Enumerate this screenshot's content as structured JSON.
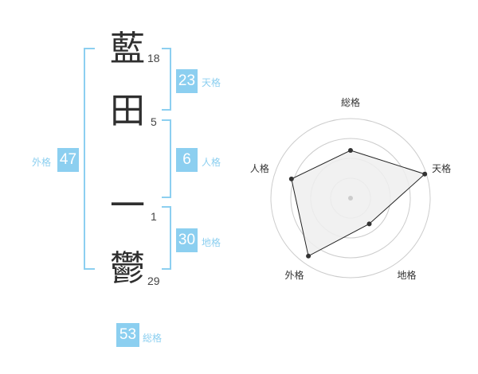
{
  "name": {
    "chars": [
      {
        "char": "藍",
        "strokes": "18"
      },
      {
        "char": "田",
        "strokes": "5"
      },
      {
        "char": "一",
        "strokes": "1"
      },
      {
        "char": "鬱",
        "strokes": "29"
      }
    ]
  },
  "fortunes": {
    "tenkaku": {
      "value": "23",
      "label": "天格"
    },
    "jinkaku": {
      "value": "6",
      "label": "人格"
    },
    "chikaku": {
      "value": "30",
      "label": "地格"
    },
    "gaikaku": {
      "value": "47",
      "label": "外格"
    },
    "soukaku": {
      "value": "53",
      "label": "総格"
    }
  },
  "chart_data": {
    "type": "radar",
    "axes": [
      "総格",
      "天格",
      "地格",
      "外格",
      "人格"
    ],
    "values": [
      0.6,
      0.98,
      0.4,
      0.9,
      0.78
    ],
    "range": [
      0,
      1
    ],
    "rings": 4,
    "colors": {
      "fill": "#eeeeee",
      "line": "#222222",
      "point": "#333333",
      "grid": "#cccccc"
    }
  },
  "colors": {
    "accent": "#8ccff0"
  }
}
